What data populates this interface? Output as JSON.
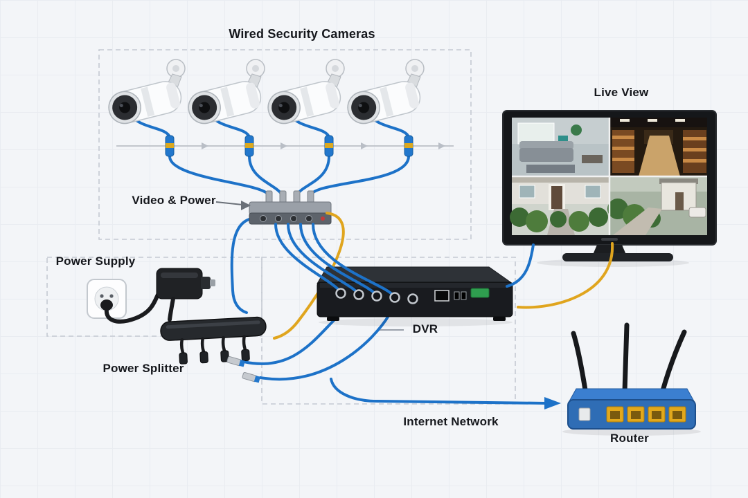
{
  "diagram": {
    "title": "Wired security camera system wiring diagram",
    "labels": {
      "wired_cameras": "Wired Security Cameras",
      "live_view": "Live View",
      "video_power": "Video & Power",
      "power_supply": "Power Supply",
      "power_splitter": "Power Splitter",
      "dvr": "DVR",
      "internet_network": "Internet Network",
      "router": "Router"
    },
    "components": [
      {
        "name": "security-camera",
        "count": 4
      },
      {
        "name": "bnc-inline-connector",
        "count": 4
      },
      {
        "name": "video-power-combiner",
        "count": 1
      },
      {
        "name": "monitor-live-view",
        "feeds": 4
      },
      {
        "name": "dvr",
        "bnc_ports": 5
      },
      {
        "name": "wall-outlet",
        "count": 1
      },
      {
        "name": "power-adapter",
        "count": 1
      },
      {
        "name": "power-splitter",
        "outputs": 4
      },
      {
        "name": "router",
        "antennas": 3,
        "ethernet_ports": 4
      }
    ],
    "colors": {
      "video_cable": "#1d72c8",
      "power_cable": "#e0a51e",
      "router_body": "#2f6db5",
      "router_top": "#3b7fd0",
      "background": "#f3f5f8",
      "label_text": "#15171c",
      "dashed_border": "#c5cad2"
    }
  }
}
